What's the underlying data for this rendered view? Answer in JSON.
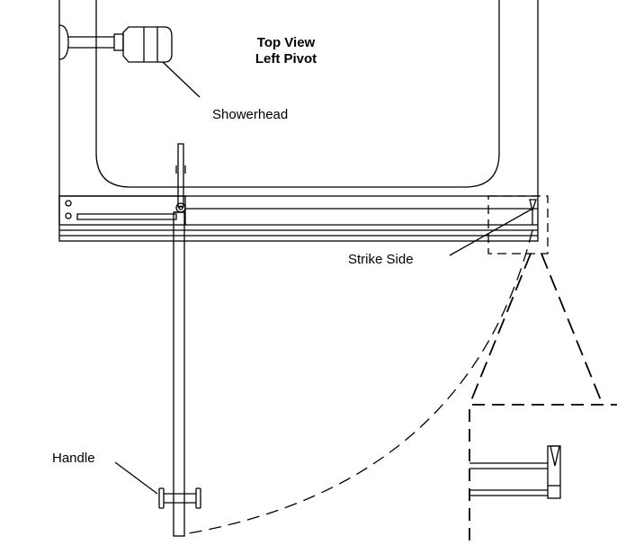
{
  "diagram": {
    "title_line1": "Top View",
    "title_line2": "Left Pivot",
    "labels": {
      "showerhead": "Showerhead",
      "strike_side": "Strike Side",
      "handle": "Handle"
    }
  }
}
